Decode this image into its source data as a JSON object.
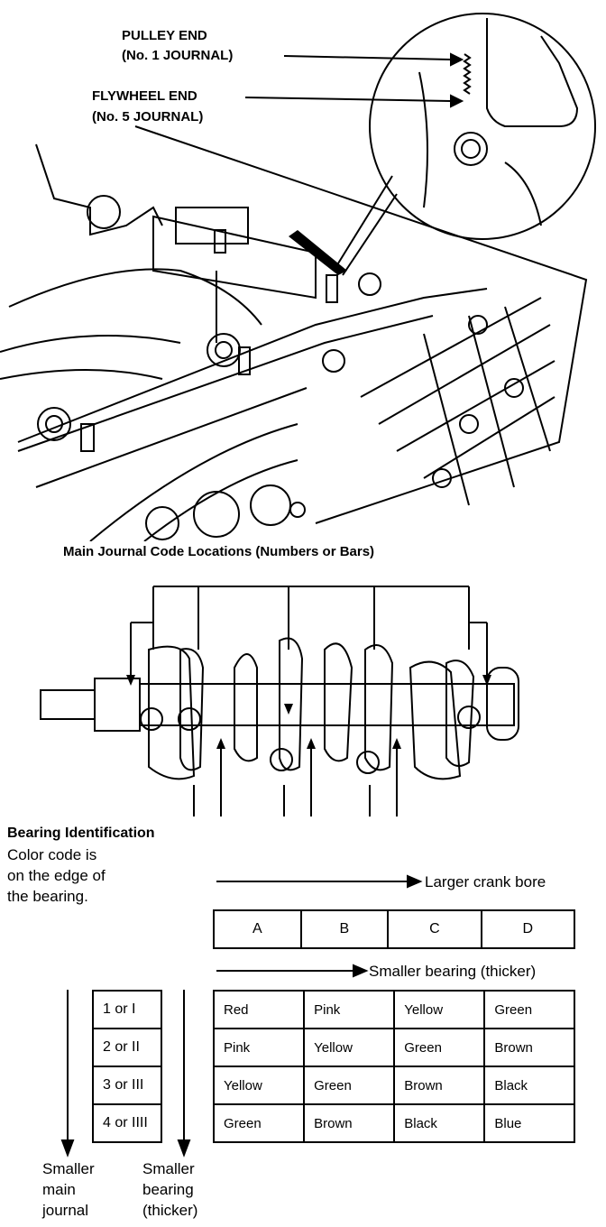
{
  "callouts": {
    "pulley_end_1": "PULLEY END",
    "pulley_end_2": "(No. 1 JOURNAL)",
    "flywheel_end_1": "FLYWHEEL END",
    "flywheel_end_2": "(No. 5 JOURNAL)"
  },
  "crank_caption": "Main Journal Code Locations (Numbers or Bars)",
  "bearing_id": {
    "title": "Bearing Identification",
    "line1": "Color code is",
    "line2": "on the edge of",
    "line3": "the bearing."
  },
  "arrows": {
    "larger_bore": "Larger crank bore",
    "smaller_bearing_h": "Smaller bearing (thicker)"
  },
  "bore_codes": [
    "A",
    "B",
    "C",
    "D"
  ],
  "journal_codes": [
    "1 or  I",
    "2 or  II",
    "3 or  III",
    "4 or  IIII"
  ],
  "color_table": [
    [
      "Red",
      "Pink",
      "Yellow",
      "Green"
    ],
    [
      "Pink",
      "Yellow",
      "Green",
      "Brown"
    ],
    [
      "Yellow",
      "Green",
      "Brown",
      "Black"
    ],
    [
      "Green",
      "Brown",
      "Black",
      "Blue"
    ]
  ],
  "bottom_labels": {
    "left_1": "Smaller",
    "left_2": "main",
    "left_3": "journal",
    "right_1": "Smaller",
    "right_2": "bearing",
    "right_3": "(thicker)"
  }
}
